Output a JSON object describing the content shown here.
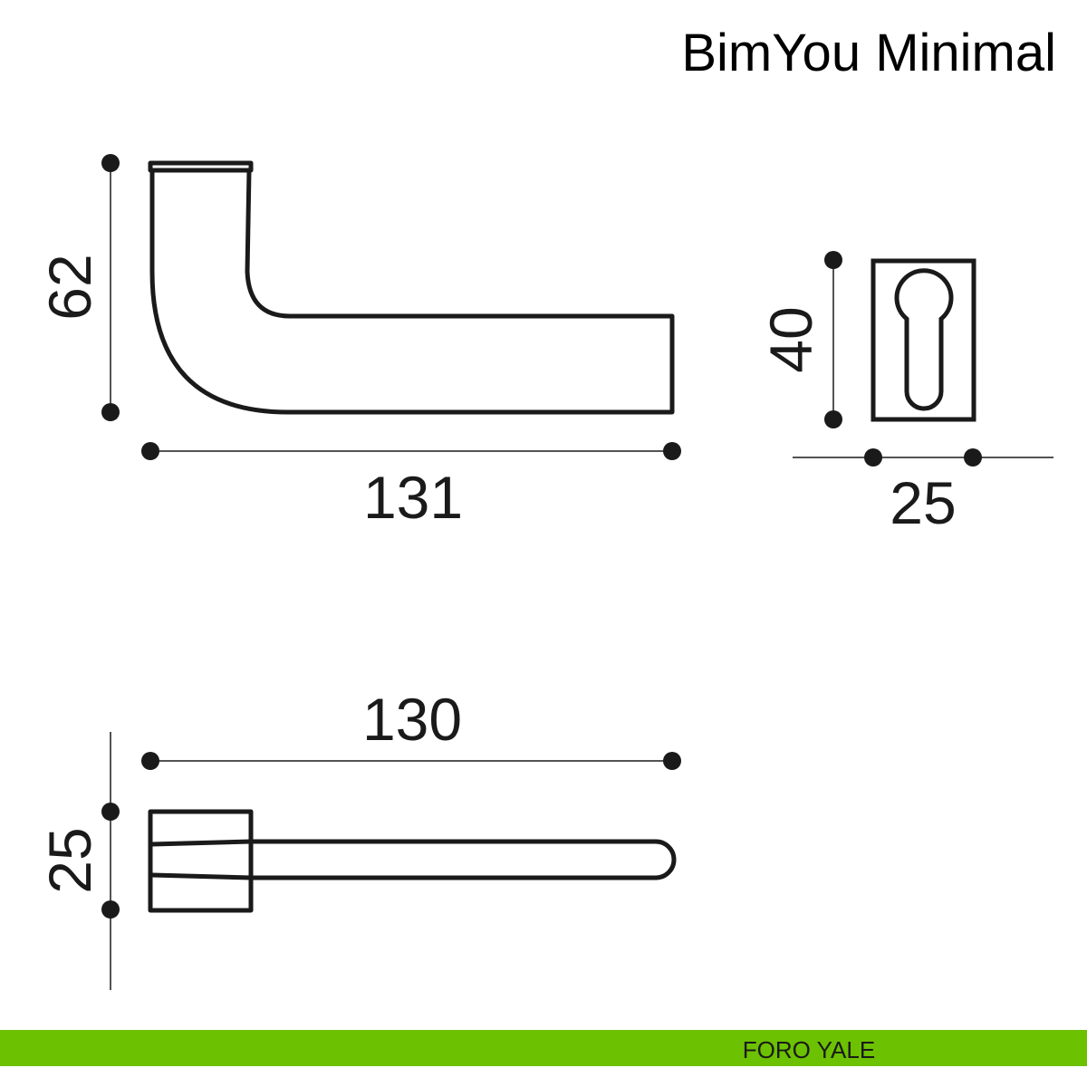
{
  "title": "BimYou Minimal",
  "dimensions": {
    "lever_height": "62",
    "lever_length": "131",
    "escutcheon_height": "40",
    "escutcheon_width": "25",
    "top_view_length": "130",
    "rose_width": "25"
  },
  "footer": {
    "label": "FORO YALE",
    "color": "#6cc100"
  }
}
